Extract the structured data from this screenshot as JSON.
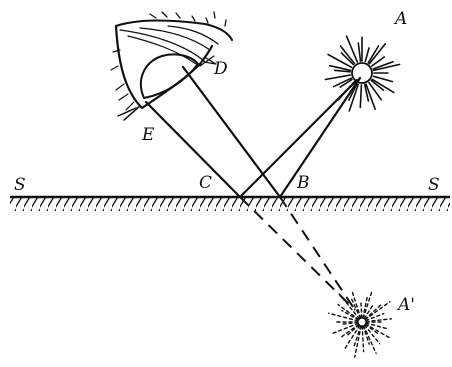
{
  "labels": {
    "surface_left": "S",
    "surface_right": "S",
    "source": "A",
    "image": "A'",
    "point_b": "B",
    "point_c": "C",
    "point_d": "D",
    "point_e": "E"
  }
}
